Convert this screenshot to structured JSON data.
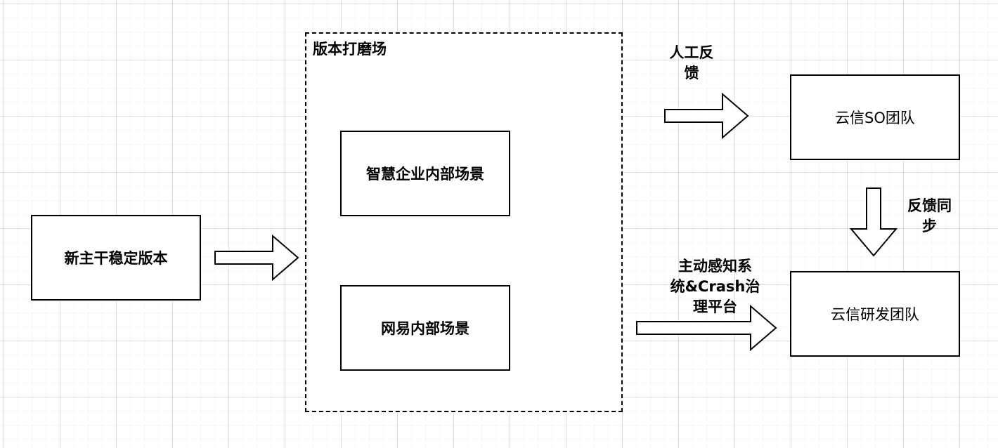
{
  "diagram": {
    "source_box": {
      "label": "新主干稳定版本"
    },
    "container": {
      "title": "版本打磨场",
      "items": [
        {
          "label": "智慧企业内部场景"
        },
        {
          "label": "网易内部场景"
        }
      ]
    },
    "so_team": {
      "label": "云信SO团队"
    },
    "rd_team": {
      "label": "云信研发团队"
    },
    "edges": {
      "manual_feedback": {
        "label": "人工反\n馈"
      },
      "feedback_sync": {
        "label": "反馈同\n步"
      },
      "active_sensing": {
        "label": "主动感知系\n统&Crash治\n理平台"
      }
    }
  }
}
